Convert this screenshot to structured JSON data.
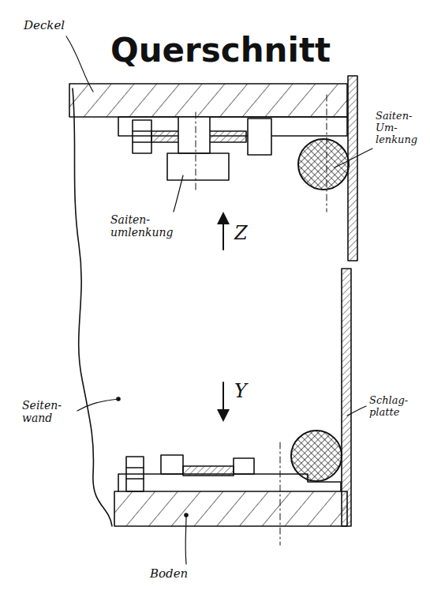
{
  "diagram": {
    "title": "Querschnitt",
    "labels": [
      "Deckel",
      "Saiten- Um- lenkung",
      "Saiten- umlenkung",
      "Z",
      "Y",
      "Seiten- wand",
      "Schlag- platte",
      "Boden"
    ]
  }
}
